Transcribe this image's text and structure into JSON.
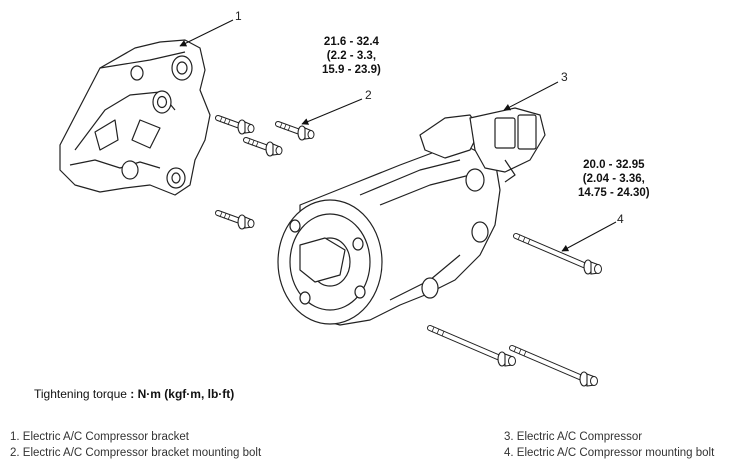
{
  "callouts": {
    "c1": "1",
    "c2": "2",
    "c3": "3",
    "c4": "4"
  },
  "torque_bracket_bolt": {
    "line1": "21.6 - 32.4",
    "line2": "(2.2 - 3.3,",
    "line3": "15.9 - 23.9)"
  },
  "torque_compressor_bolt": {
    "line1": "20.0 - 32.95",
    "line2": "(2.04 - 3.36,",
    "line3": "14.75 - 24.30)"
  },
  "note": {
    "label": "Tightening torque",
    "units": ": N·m (kgf·m, lb·ft)"
  },
  "legend": {
    "left": [
      "1. Electric A/C Compressor bracket",
      "2. Electric A/C Compressor bracket mounting bolt"
    ],
    "right": [
      "3. Electric A/C Compressor",
      "4. Electric A/C Compressor mounting bolt"
    ]
  }
}
